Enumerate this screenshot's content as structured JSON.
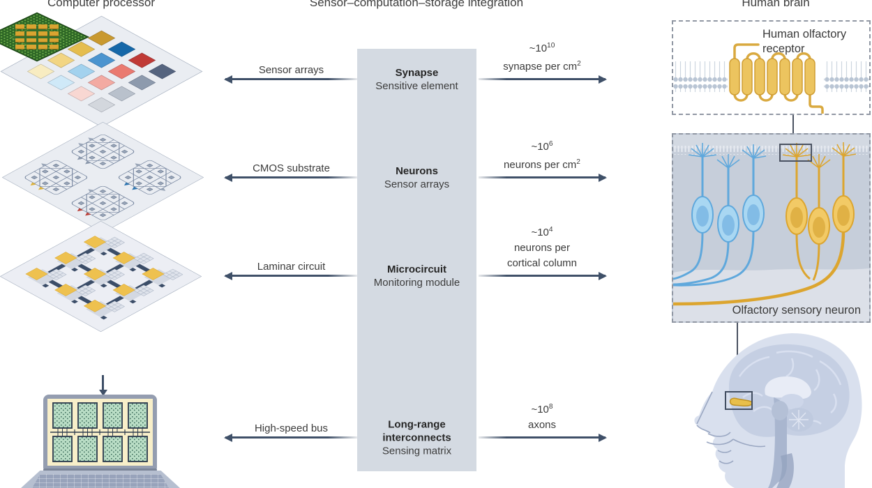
{
  "titles": {
    "left": "Computer processor",
    "center": "Sensor–computation–storage integration",
    "right": "Human brain"
  },
  "comparison_rows": [
    {
      "device_label": "Sensor arrays",
      "bold_label": "Synapse",
      "sub_label": "Sensitive element",
      "quantity_lines": [
        "~10^{10}",
        "synapse per cm^{2}"
      ]
    },
    {
      "device_label": "CMOS substrate",
      "bold_label": "Neurons",
      "sub_label": "Sensor arrays",
      "quantity_lines": [
        "~10^{6}",
        "neurons per cm^{2}"
      ]
    },
    {
      "device_label": "Laminar circuit",
      "bold_label": "Microcircuit",
      "sub_label": "Monitoring module",
      "quantity_lines": [
        "~10^{4}",
        "neurons per",
        "cortical column"
      ]
    },
    {
      "device_label": "High-speed bus",
      "bold_label": "Long-range interconnects",
      "sub_label": "Sensing matrix",
      "quantity_lines": [
        "~10^{8}",
        "axons"
      ]
    }
  ],
  "right_panel": {
    "receptor_label": "Human olfactory receptor",
    "neuron_label": "Olfactory sensory neuron"
  },
  "processor_die": {
    "cell_colors": [
      "#c9992f",
      "#1668a8",
      "#c03a36",
      "#55647f",
      "#e5bd4e",
      "#4b94cf",
      "#ea7a70",
      "#8d9aad",
      "#f2d583",
      "#a3d2ee",
      "#f3aaa2",
      "#b9c1cc",
      "#f8ecc1",
      "#cfe9f8",
      "#f8d7d2",
      "#d3d7dd"
    ]
  },
  "colors": {
    "center_panel": "#d4dae2",
    "arrow": "#3f5068",
    "dashed_border": "#9097a3",
    "neuron_blue": "#a9d7f2",
    "neuron_yellow": "#f2ca66",
    "receptor_gold": "#ecc45f",
    "chip_green": "#2d6625"
  }
}
